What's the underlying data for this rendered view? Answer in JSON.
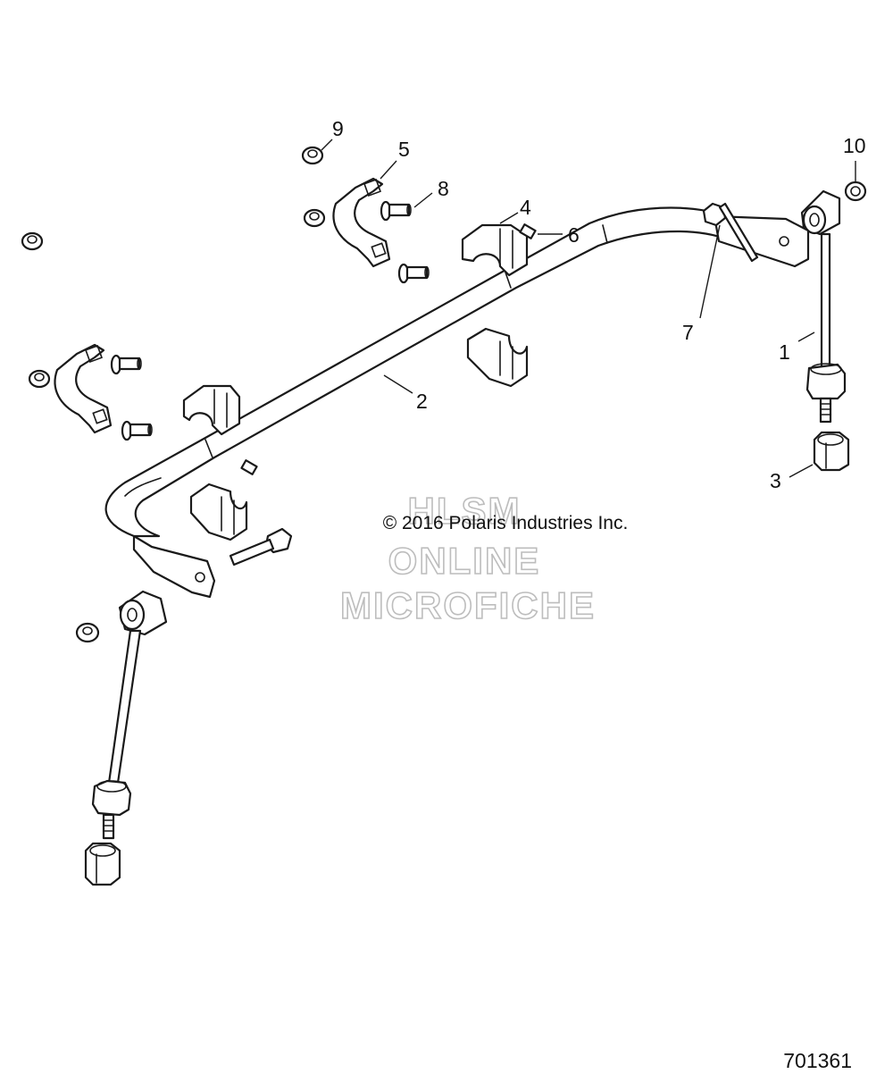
{
  "callouts": {
    "c1": "1",
    "c2": "2",
    "c3": "3",
    "c4": "4",
    "c5": "5",
    "c6": "6",
    "c7": "7",
    "c8": "8",
    "c9": "9",
    "c10": "10"
  },
  "copyright": "© 2016 Polaris Industries Inc.",
  "watermark": {
    "line1": "HLSM",
    "line2": "ONLINE",
    "line3": "MICROFICHE"
  },
  "drawing_number": "701361"
}
